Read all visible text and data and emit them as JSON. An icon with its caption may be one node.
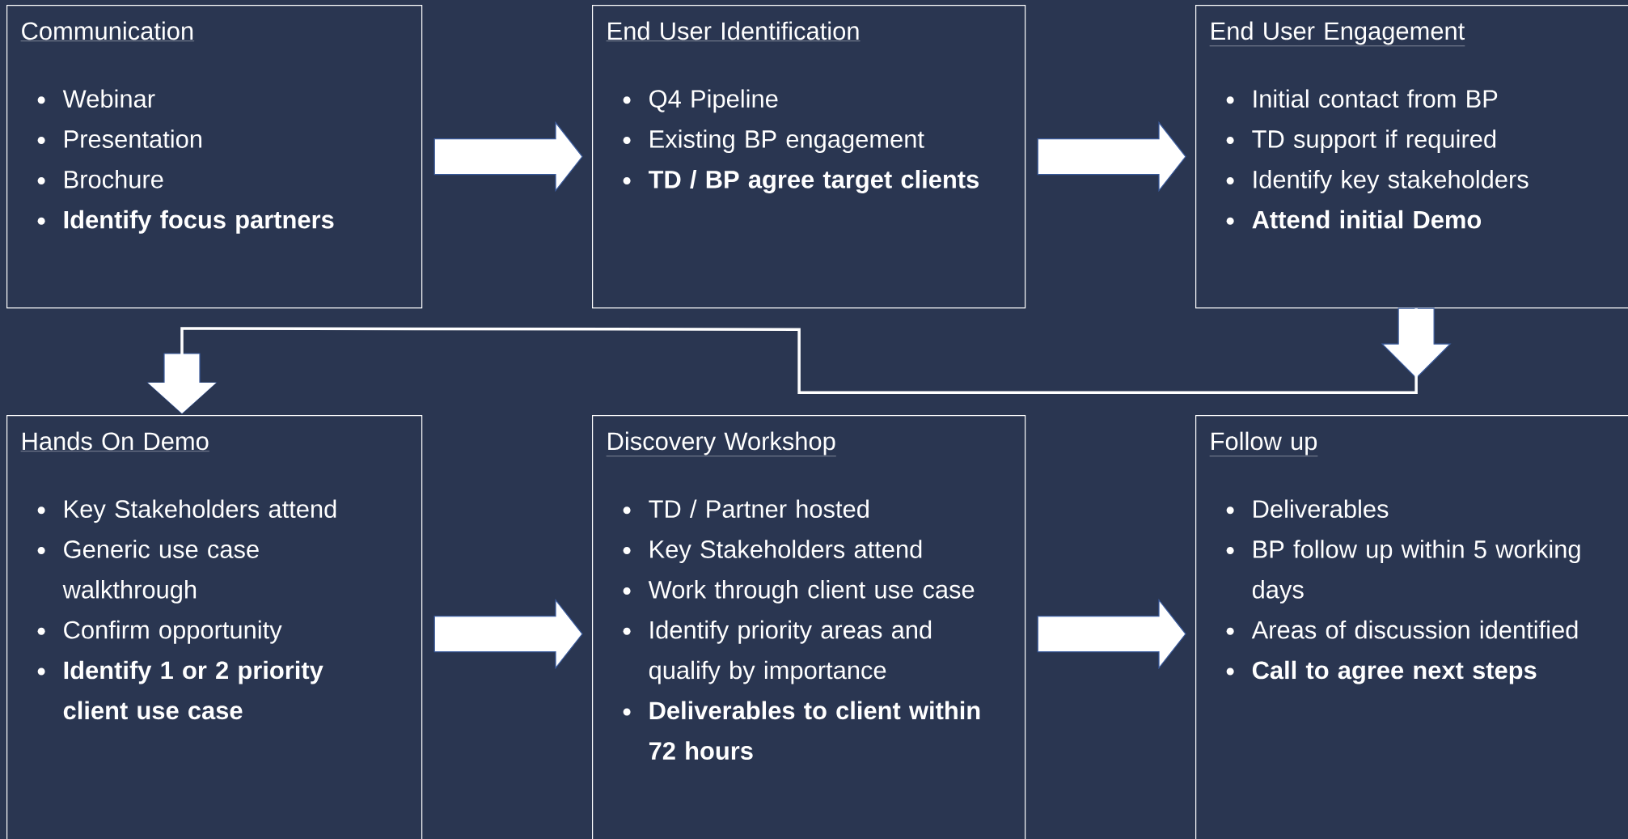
{
  "diagram": {
    "nodes": [
      {
        "text": [
          "Communication",
          "Webinar",
          "Presentation",
          "Brochure",
          "Identify focus partners"
        ]
      },
      {
        "text": [
          "End User Identification",
          "Q4 Pipeline",
          "Existing BP engagement",
          "TD / BP agree target clients"
        ]
      },
      {
        "text": [
          "End User Engagement",
          "Initial contact from BP",
          "TD support if required",
          "Identify key stakeholders",
          "Attend initial Demo"
        ]
      },
      {
        "text": [
          "Hands On Demo",
          "Key Stakeholders attend",
          "Generic use case walkthrough",
          "Confirm opportunity",
          "Identify 1 or 2 priority client use case"
        ]
      },
      {
        "text": [
          "Discovery Workshop",
          "TD / Partner hosted",
          "Key Stakeholders attend",
          "Work through client use case",
          "Identify priority areas and qualify by importance",
          "Deliverables to client within 72 hours"
        ]
      },
      {
        "text": [
          "Follow up",
          "Deliverables",
          "BP follow up within 5 working days",
          "Areas of discussion identified",
          "Call to agree next steps"
        ]
      }
    ],
    "edges": [
      {
        "from": 0,
        "to": 1,
        "arrow": "to"
      },
      {
        "from": 1,
        "to": 2,
        "arrow": "to"
      },
      {
        "from": 2,
        "to": 3,
        "arrow": "to"
      },
      {
        "from": 3,
        "to": 4,
        "arrow": "to"
      },
      {
        "from": 4,
        "to": 5,
        "arrow": "to"
      }
    ]
  }
}
